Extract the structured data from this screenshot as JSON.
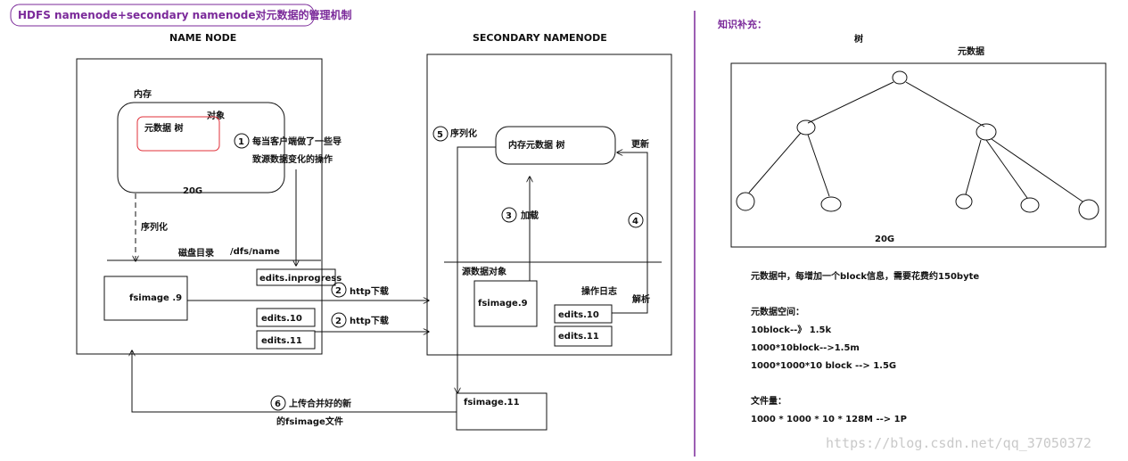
{
  "title": "HDFS namenode+secondary namenode对元数据的管理机制",
  "name_node": {
    "heading": "NAME  NODE",
    "memory_label": "内存",
    "object_label": "对象",
    "metadata_tree": "元数据  树",
    "size": "20G",
    "serialize": "序列化",
    "disk_dir": "磁盘目录",
    "dfs_path": "/dfs/name",
    "fsimage": "fsimage .9",
    "edits_inprogress": "edits.inprogress",
    "edits_10": "edits.10",
    "edits_11": "edits.11"
  },
  "secondary": {
    "heading": "SECONDARY NAMENODE",
    "memory_tree": "内存元数据  树",
    "update": "更新",
    "load": "加载",
    "source_object": "源数据对象",
    "fsimage": "fsimage.9",
    "op_log": "操作日志",
    "parse": "解析",
    "edits_10": "edits.10",
    "edits_11": "edits.11",
    "fsimage_new": "fsimage.11"
  },
  "steps": {
    "s1_num": "1",
    "s1_line1": "每当客户端做了一些导",
    "s1_line2": "致源数据变化的操作",
    "s2_num": "2",
    "s2_label": "http下载",
    "s2b_num": "2",
    "s2b_label": "http下载",
    "s3_num": "3",
    "s4_num": "4",
    "s5_num": "5",
    "s5_label": "序列化",
    "s6_num": "6",
    "s6_line1": "上传合并好的新",
    "s6_line2": "的fsimage文件"
  },
  "knowledge": {
    "heading": "知识补充：",
    "tree": "树",
    "metadata": "元数据",
    "size": "20G",
    "line1": "元数据中，每增加一个block信息，需要花费约150byte",
    "space_heading": "元数据空间：",
    "space1": "10block--》 1.5k",
    "space2": "1000*10block-->1.5m",
    "space3": "1000*1000*10 block --> 1.5G",
    "files_heading": "文件量：",
    "files1": "1000 * 1000 * 10 * 128M --> 1P"
  },
  "watermark": "https://blog.csdn.net/qq_37050372",
  "colors": {
    "accent": "#7b2a9a",
    "lines": "#111111",
    "highlight": "#e0303a"
  }
}
